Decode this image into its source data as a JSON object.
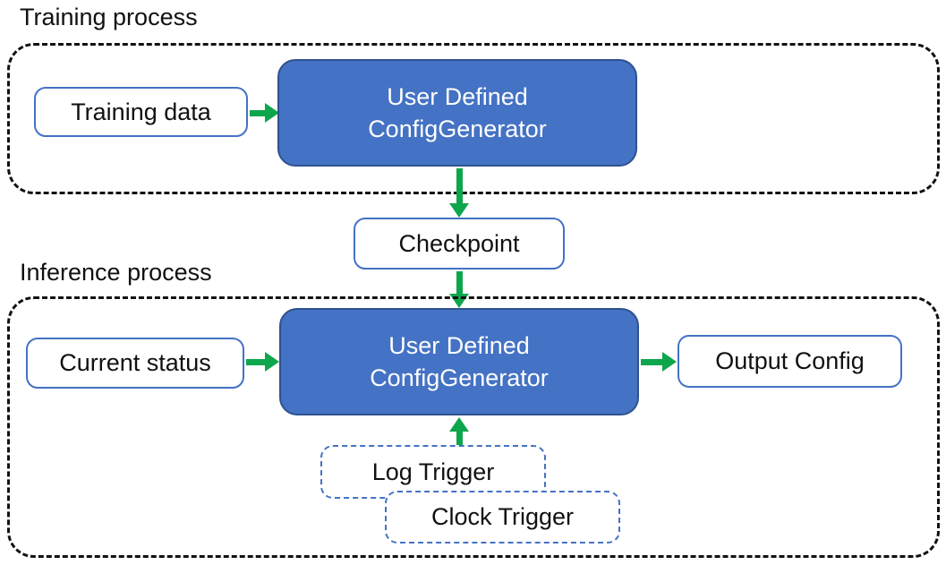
{
  "colors": {
    "generator_fill": "#4472C4",
    "generator_border": "#2F528F",
    "box_border": "#4472C4",
    "arrow": "#0EA64C",
    "container_border": "#111111",
    "text_dark": "#111111",
    "text_light": "#FFFFFF"
  },
  "training": {
    "label": "Training process",
    "input_box": "Training data",
    "generator": {
      "line1": "User Defined",
      "line2": "ConfigGenerator"
    }
  },
  "checkpoint": "Checkpoint",
  "inference": {
    "label": "Inference process",
    "input_box": "Current status",
    "generator": {
      "line1": "User Defined",
      "line2": "ConfigGenerator"
    },
    "output_box": "Output Config",
    "triggers": {
      "log": "Log Trigger",
      "clock": "Clock Trigger"
    }
  }
}
